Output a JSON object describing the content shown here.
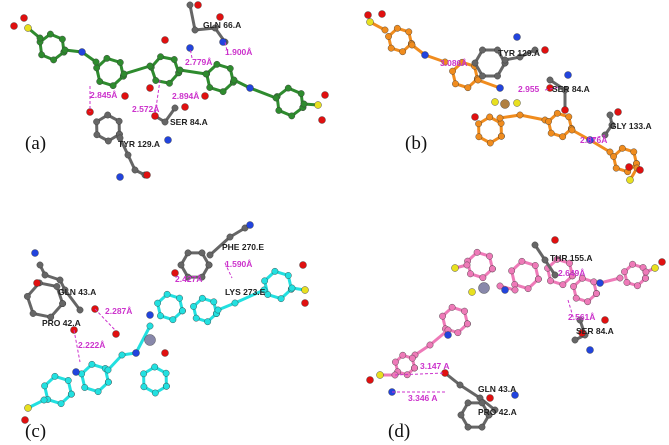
{
  "colors": {
    "a": "#2e8b2e",
    "b": "#f08c1e",
    "c": "#22e0e0",
    "d": "#ee7ab8",
    "residue": "#666666",
    "oxygen": "#e01010",
    "nitrogen": "#2244dd",
    "sulfur": "#e8e020",
    "hbond": "#cc33cc"
  },
  "panels": [
    {
      "id": "(a)",
      "residues": [
        "GLN 66.A",
        "SER 84.A",
        "TYR 129.A"
      ],
      "distances": [
        "1.900Å",
        "2.779Å",
        "2.845Å",
        "2.894Å",
        "2.572Å"
      ]
    },
    {
      "id": "(b)",
      "residues": [
        "TYR 129.A",
        "SER 84.A",
        "GLY 133.A"
      ],
      "distances": [
        "3.086Å",
        "2.955",
        "2.876Å"
      ]
    },
    {
      "id": "(c)",
      "residues": [
        "PHE 270.E",
        "LYS 273.E",
        "GLN 43.A",
        "PRO 42.A"
      ],
      "distances": [
        "1.590Å",
        "2.427Å",
        "2.287Å",
        "2.222Å"
      ]
    },
    {
      "id": "(d)",
      "residues": [
        "THR 155.A",
        "SER 84.A",
        "GLN 43.A",
        "PRO 42.A"
      ],
      "distances": [
        "2.649Å",
        "2.561Å",
        "3.147 A",
        "3.346 A"
      ]
    }
  ]
}
